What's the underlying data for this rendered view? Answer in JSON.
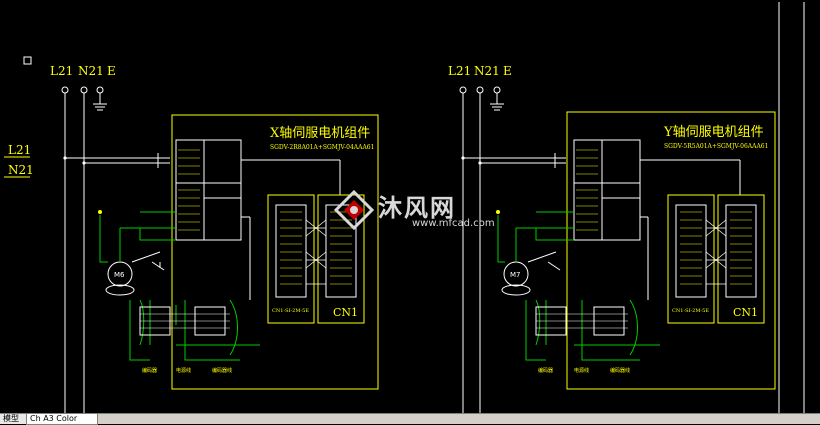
{
  "colors": {
    "background": "#000000",
    "wire": "#ffffff",
    "component": "#ffff00",
    "ground": "#00cc00",
    "frame": "#00ff00"
  },
  "power_labels": {
    "left": {
      "l21": "L21",
      "n21": "N21",
      "e": "E"
    },
    "right": {
      "l21": "L21",
      "n21": "N21",
      "e": "E"
    },
    "bus_l21": "L21",
    "bus_n21": "N21"
  },
  "x_axis": {
    "title": "X轴伺服电机组件",
    "model": "SGDV-2R8A01A+SGMJV-04AAA61",
    "motor": "M6",
    "bottom_left": "编码器",
    "bottom_mid": "电源线",
    "bottom_right": "编码器线",
    "connector_left": "CN1-SI-2M-5E",
    "cn1": "CN1"
  },
  "y_axis": {
    "title": "Y轴伺服电机组件",
    "model": "SGDV-5R5A01A+SGMJV-06AAA61",
    "motor": "M7",
    "bottom_left": "编码器",
    "bottom_mid": "电源线",
    "bottom_right": "编码器线",
    "connector_left": "CN1-SI-2M-5E",
    "cn1": "CN1"
  },
  "watermark": {
    "title": "沐风网",
    "url": "www.mfcad.com"
  },
  "tabs": {
    "model": "模型",
    "layout": "Ch A3 Color"
  }
}
